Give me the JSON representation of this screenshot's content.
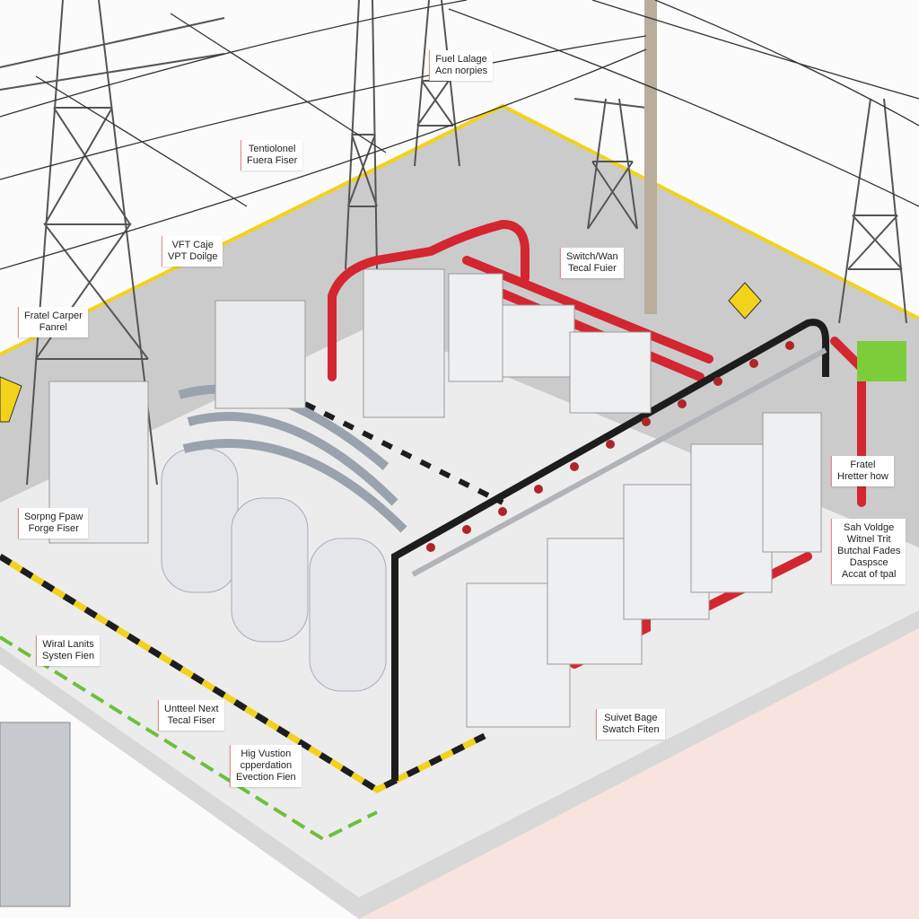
{
  "title": "High voltage substation isometric illustration",
  "colors": {
    "pipe_red": "#d32630",
    "gravel": "#c9c9c9",
    "concrete": "#ececec",
    "ground_pink": "#f7e4de",
    "hazard_yellow": "#f2d21b",
    "hazard_black": "#1d1d1d",
    "accent_green": "#6fbf3a"
  },
  "labels": [
    {
      "lines": [
        "Fuel Lalage",
        "Acn norpies"
      ]
    },
    {
      "lines": [
        "Tentiolonel",
        "Fuera Fiser"
      ]
    },
    {
      "lines": [
        "VFT Caje",
        "VPT Doilge"
      ]
    },
    {
      "lines": [
        "Fratel Carper",
        "Fanrel"
      ]
    },
    {
      "lines": [
        "Switch/Wan",
        "Tecal Fuier"
      ]
    },
    {
      "lines": [
        "Fratel",
        "Hretter how"
      ]
    },
    {
      "lines": [
        "Sah Voldge",
        "Witnel Trit",
        "Butchal Fades",
        "Daspsce",
        "Accat of tpal"
      ]
    },
    {
      "lines": [
        "Sorpng Fpaw",
        "Forge Fiser"
      ]
    },
    {
      "lines": [
        "Wiral Lanits",
        "Systen Fien"
      ]
    },
    {
      "lines": [
        "Untteel Next",
        "Tecal Fiser"
      ]
    },
    {
      "lines": [
        "Hig Vustion",
        "cpperdation",
        "Evection Fien"
      ]
    },
    {
      "lines": [
        "Suivet Bage",
        "Swatch Fiten"
      ]
    }
  ]
}
